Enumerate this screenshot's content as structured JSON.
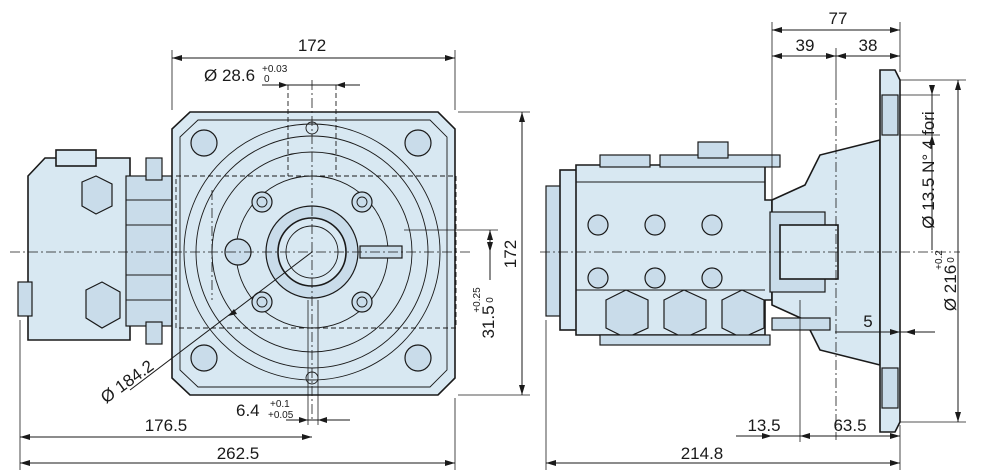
{
  "front_view": {
    "width_top": "172",
    "bore_diameter": "Ø 28.6",
    "bore_tol_upper": "+0.03",
    "bore_tol_lower": "0",
    "height_right": "172",
    "keyway_offset": "31.5",
    "keyway_tol_upper": "+0.25",
    "keyway_tol_lower": "0",
    "bolt_circle": "Ø 184.2",
    "key_width": "6.4",
    "key_tol_upper": "+0.1",
    "key_tol_lower": "+0.05",
    "center_offset": "176.5",
    "overall_length": "262.5"
  },
  "side_view": {
    "flange_depth": "77",
    "seg_a": "39",
    "seg_b": "38",
    "hole_spec": "Ø 13.5 N° 4 fori",
    "pilot_diameter": "Ø 216",
    "pilot_tol_upper": "+0.2",
    "pilot_tol_lower": "0",
    "pilot_step": "5",
    "shaft_step": "13.5",
    "shaft_length": "63.5",
    "overall_length": "214.8"
  }
}
